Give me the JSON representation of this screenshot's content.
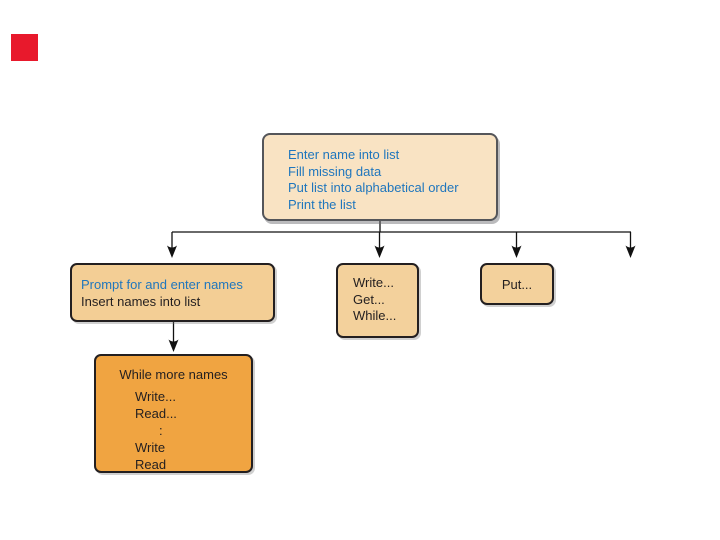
{
  "colors": {
    "background": "#ffffff",
    "red_marker": "#e8192c",
    "root_box_fill": "#f9e3c3",
    "root_box_border": "#55565a",
    "child_box_fill": "#f3ce95",
    "child_box_fill_light": "#f3d19c",
    "loop_box_fill": "#f0a441",
    "box_border": "#231f20",
    "blue_text": "#1f76bd",
    "black_text": "#231f20",
    "arrow_color": "#111111"
  },
  "diagram": {
    "root": {
      "lines": [
        "Enter name into list",
        "Fill missing data",
        "Put list into alphabetical order",
        "Print the list"
      ]
    },
    "children": [
      {
        "line1": "Prompt for and enter names",
        "line2": "Insert names into list"
      },
      {
        "lines": [
          "Write...",
          "Get...",
          "While..."
        ]
      },
      {
        "label": "Put..."
      }
    ],
    "loop_box": {
      "title": "While more names",
      "lines": [
        "Write...",
        "Read...",
        ":",
        "Write",
        "Read"
      ]
    }
  }
}
